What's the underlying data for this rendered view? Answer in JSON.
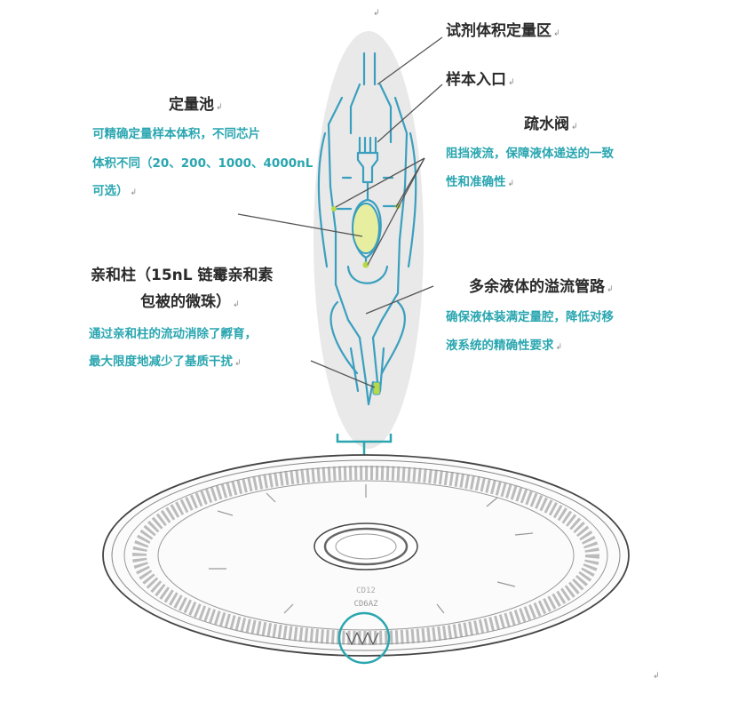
{
  "labels": {
    "reagent_zone": "试剂体积定量区",
    "sample_inlet": "样本入口",
    "metering_pool": {
      "title": "定量池",
      "desc_1": "可精确定量样本体积，不同芯片",
      "desc_2": "体积不同（20、200、1000、4000nL",
      "desc_3": "可选）"
    },
    "hydrophobic_valve": {
      "title": "疏水阀",
      "desc_1": "阻挡液流，保障液体递送的一致",
      "desc_2": "性和准确性"
    },
    "affinity_column": {
      "title_1": "亲和柱（15nL 链霉亲和素",
      "title_2": "包被的微珠）",
      "desc_1": "通过亲和柱的流动消除了孵育，",
      "desc_2": "最大限度地减少了基质干扰"
    },
    "overflow_channel": {
      "title": "多余液体的溢流管路",
      "desc_1": "确保液体装满定量腔，降低对移",
      "desc_2": "液系统的精确性要求"
    },
    "disc_text_1": "CD12",
    "disc_text_2": "CD6AZ"
  },
  "paragraph_mark": "↲",
  "colors": {
    "title_text": "#2a2a2a",
    "desc_text": "#2aa6b0",
    "channel": "#3a9fbf",
    "metering_fill": "#e8eea0",
    "disc_line": "#555555",
    "leader_line": "#555555"
  }
}
